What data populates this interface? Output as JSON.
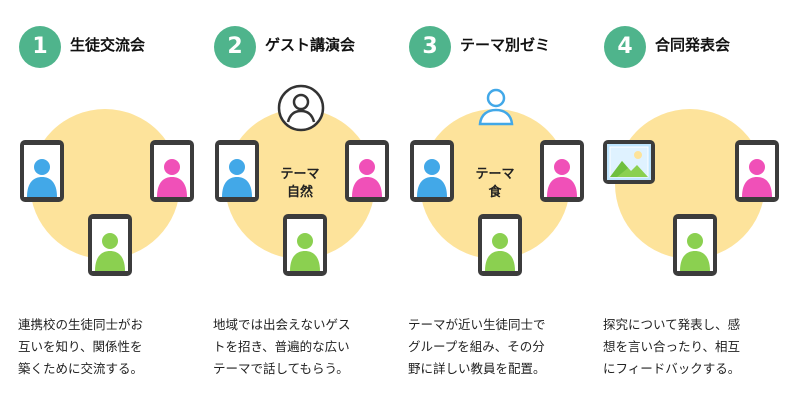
{
  "colors": {
    "badge": "#4fb48c",
    "circle": "#fde39b",
    "tablet": "#3c3c3c",
    "person_blue": "#42a8e8",
    "person_pink": "#f050b8",
    "person_green": "#8bd050"
  },
  "steps": [
    {
      "number": "1",
      "title": "生徒交流会",
      "theme": "",
      "description": [
        "連携校の生徒同士がお",
        "互いを知り、関係性を",
        "築くために交流する。"
      ],
      "icons": [
        "person-blue-tablet",
        "person-pink-tablet",
        "person-green-tablet"
      ]
    },
    {
      "number": "2",
      "title": "ゲスト講演会",
      "theme": "テーマ\n自然",
      "description": [
        "地域では出会えないゲス",
        "トを招き、普遍的な広い",
        "テーマで話してもらう。"
      ],
      "icons": [
        "speaker-person-icon",
        "person-blue-tablet",
        "person-pink-tablet",
        "person-green-tablet"
      ]
    },
    {
      "number": "3",
      "title": "テーマ別ゼミ",
      "theme": "テーマ\n食",
      "description": [
        "テーマが近い生徒同士で",
        "グループを組み、その分",
        "野に詳しい教員を配置。"
      ],
      "icons": [
        "teacher-person-icon",
        "person-blue-tablet",
        "person-pink-tablet",
        "person-green-tablet"
      ]
    },
    {
      "number": "4",
      "title": "合同発表会",
      "theme": "",
      "description": [
        "探究について発表し、感",
        "想を言い合ったり、相互",
        "にフィードバックする。"
      ],
      "icons": [
        "photo-tablet",
        "person-pink-tablet",
        "person-green-tablet"
      ]
    }
  ]
}
